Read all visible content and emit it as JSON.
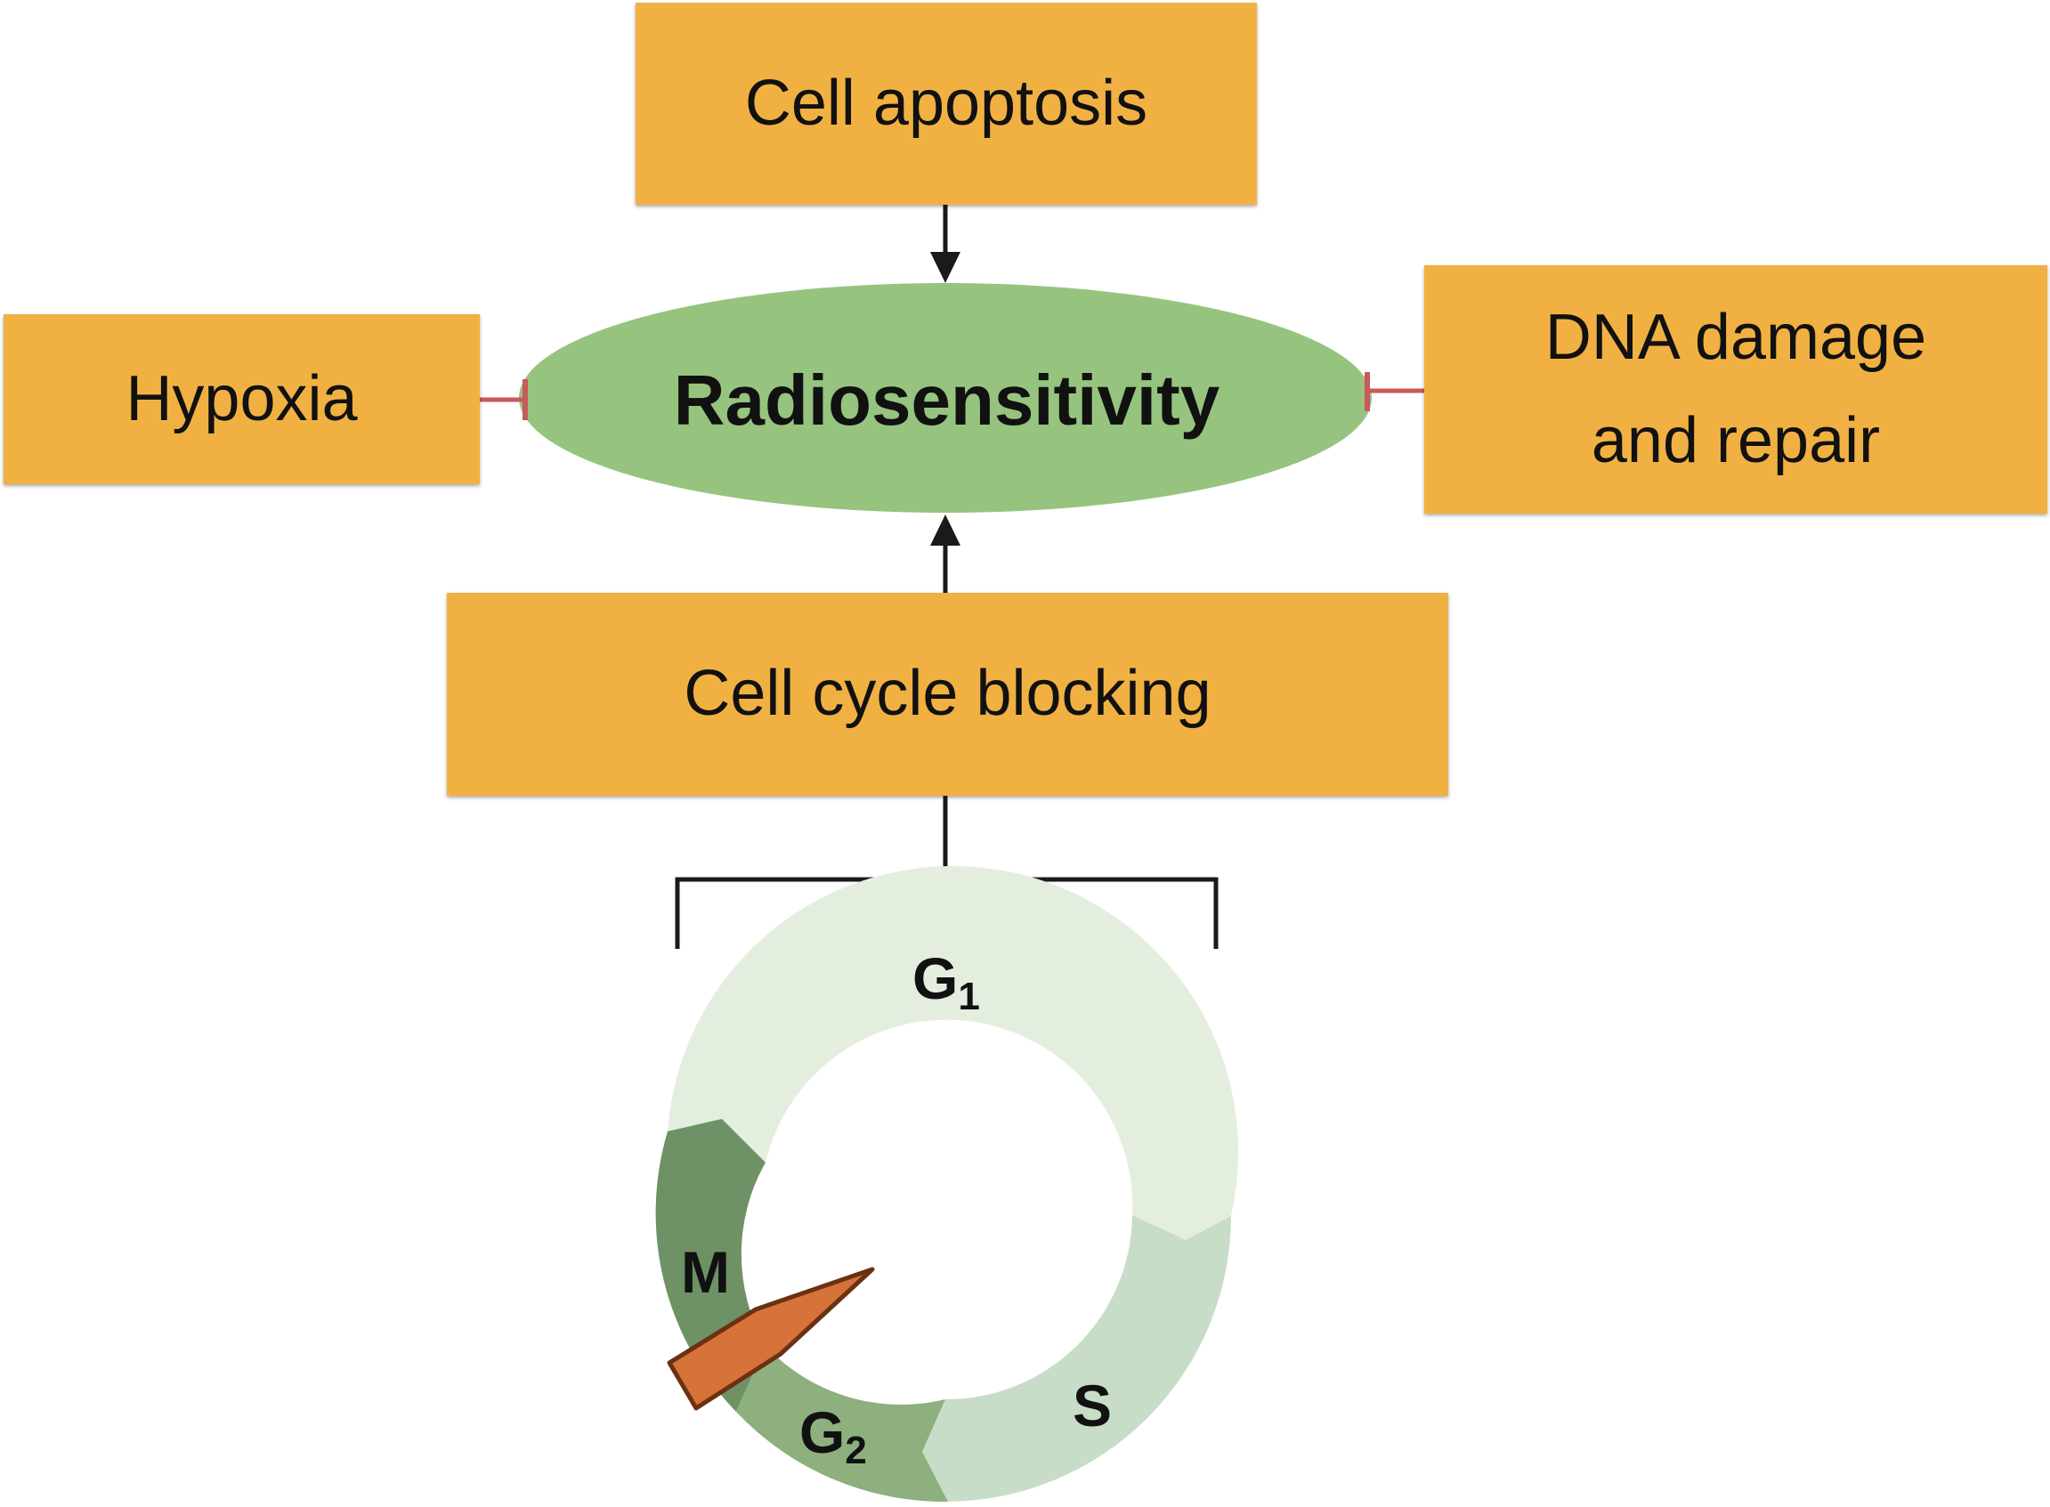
{
  "center": {
    "label": "Radiosensitivity",
    "color": "#96C47F"
  },
  "boxes": {
    "apoptosis": "Cell apoptosis",
    "hypoxia": "Hypoxia",
    "dna_line1": "DNA damage",
    "dna_line2": "and repair",
    "cycle_blocking": "Cell cycle blocking",
    "color": "#F1B142"
  },
  "cell_cycle": {
    "phases": [
      {
        "base": "G",
        "sub": "1",
        "color": "#E4EEDF"
      },
      {
        "base": "S",
        "sub": "",
        "color": "#C8DDC8"
      },
      {
        "base": "G",
        "sub": "2",
        "color": "#8DB07E"
      },
      {
        "base": "M",
        "sub": "",
        "color": "#6E9165"
      }
    ],
    "pointer_color": "#D5733A"
  },
  "edges": {
    "activating_color": "#1a1a1a",
    "inhibiting_color": "#C9595A"
  }
}
